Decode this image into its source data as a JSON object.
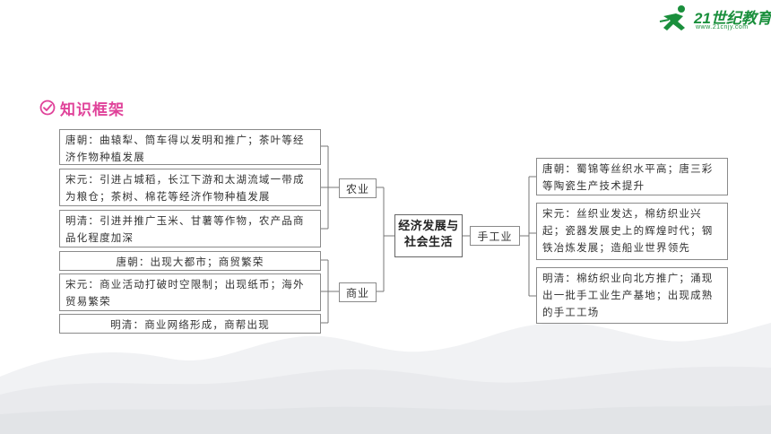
{
  "logo": {
    "brand": "21世纪教育",
    "url": "www.21cnjy.com",
    "color": "#1a8f3c",
    "icon": "running-figure-icon"
  },
  "section": {
    "title": "知识框架",
    "color": "#e0439a",
    "icon": "check-circle-icon"
  },
  "mindmap": {
    "center": {
      "line1": "经济发展与",
      "line2": "社会生活"
    },
    "branches": {
      "agriculture": {
        "label": "农业",
        "items": [
          "唐朝：曲辕犁、筒车得以发明和推广；茶叶等经济作物种植发展",
          "宋元：引进占城稻，长江下游和太湖流域一带成为粮仓；茶树、棉花等经济作物种植发展",
          "明清：引进并推广玉米、甘薯等作物，农产品商品化程度加深"
        ]
      },
      "commerce": {
        "label": "商业",
        "items": [
          "唐朝：出现大都市；商贸繁荣",
          "宋元：商业活动打破时空限制；出现纸币；海外贸易繁荣",
          "明清：商业网络形成，商帮出现"
        ]
      },
      "handicraft": {
        "label": "手工业",
        "items": [
          "唐朝：蜀锦等丝织水平高；唐三彩等陶瓷生产技术提升",
          "宋元：丝织业发达，棉纺织业兴起；瓷器发展史上的辉煌时代；钢铁冶炼发展；造船业世界领先",
          "明清：棉纺织业向北方推广；涌现出一批手工业生产基地；出现成熟的手工工场"
        ]
      }
    }
  }
}
